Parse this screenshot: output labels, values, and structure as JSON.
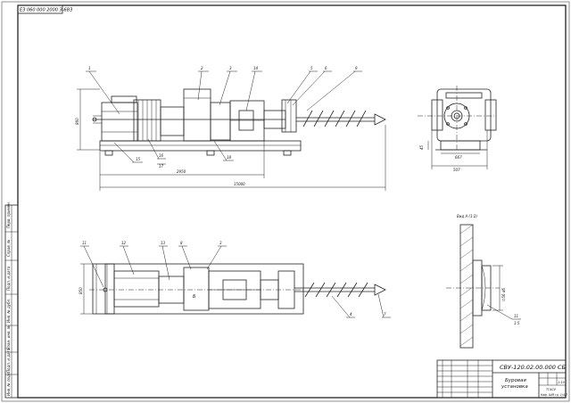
{
  "sheet": {
    "corner_code": "ЕЗ 060 000 2000 3-6ВЗ",
    "title_code": "СВУ-120.02.00.000 СБ",
    "title_name_line1": "Буровая",
    "title_name_line2": "установка",
    "scale": "1:10",
    "stamp_misc": "ТГАСУ",
    "group": "Каф. ШМ гр. 1/4/7"
  },
  "views": {
    "main": {
      "positions": [
        "1",
        "2",
        "3",
        "14",
        "5",
        "6",
        "9",
        "15",
        "16",
        "17",
        "18"
      ],
      "dim_height": "860",
      "dim_length_inner": "2950",
      "dim_length_total": "15000"
    },
    "end": {
      "dim_inner": "667",
      "dim_outer": "507",
      "dim_side": "45"
    },
    "plan": {
      "positions": [
        "11",
        "12",
        "13",
        "8",
        "3",
        "4",
        "7"
      ],
      "dim_width": "850"
    },
    "detail": {
      "caption": "Вид А (1:2)",
      "dim_diameter": "∅56 d6",
      "positions": [
        "11"
      ],
      "leader_note": "1:5"
    }
  },
  "sidebar": {
    "labels": [
      "Перв. примен.",
      "Справ. №",
      "Подп. и дата",
      "Инв. № дубл.",
      "Взам. инв. №",
      "Подп. и дата",
      "Инв. № подл."
    ]
  }
}
